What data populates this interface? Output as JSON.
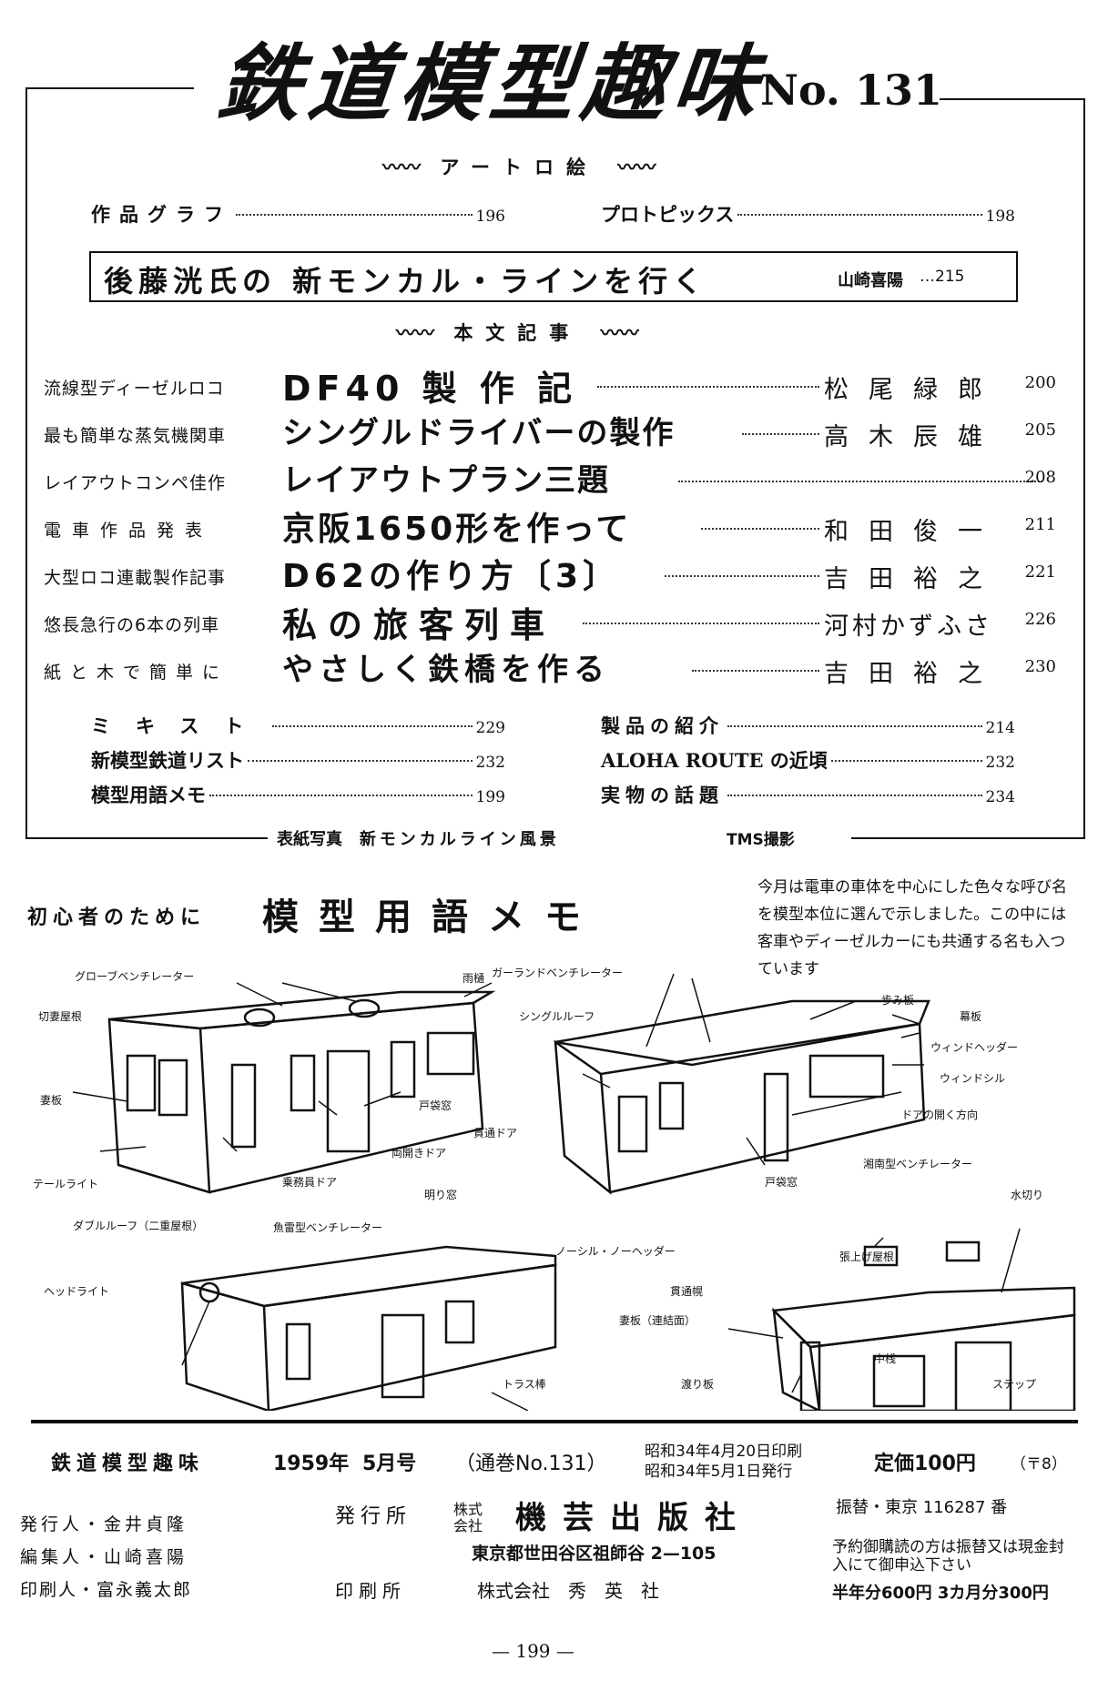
{
  "header": {
    "magazine_title": "鉄道模型趣味",
    "issue": "No. 131"
  },
  "art_section": {
    "heading": "アートロ絵",
    "items": [
      {
        "label": "作品グラフ",
        "page": "196"
      },
      {
        "label": "プロトピックス",
        "page": "198"
      }
    ],
    "feature": {
      "title": "後藤洸氏の 新モンカル・ラインを行く",
      "author": "山崎喜陽",
      "page": "215"
    }
  },
  "articles_section": {
    "heading": "本文記事",
    "items": [
      {
        "category": "流線型ディーゼルロコ",
        "title": "DF40 製 作 記",
        "author": "松尾緑郎",
        "page": "200"
      },
      {
        "category": "最も簡単な蒸気機関車",
        "title": "シングルドライバーの製作",
        "author": "高木辰雄",
        "page": "205"
      },
      {
        "category": "レイアウトコンペ佳作",
        "title": "レイアウトプラン三題",
        "author": "",
        "page": "208"
      },
      {
        "category": "電車作品発表",
        "title": "京阪1650形を作って",
        "author": "和田俊一",
        "page": "211"
      },
      {
        "category": "大型ロコ連載製作記事",
        "title": "D62の作り方〔3〕",
        "author": "吉田裕之",
        "page": "221"
      },
      {
        "category": "悠長急行の6本の列車",
        "title": "私の旅客列車",
        "author": "河村かずふさ",
        "page": "226"
      },
      {
        "category": "紙と木で簡単に",
        "title": "やさしく鉄橋を作る",
        "author": "吉田裕之",
        "page": "230"
      }
    ]
  },
  "misc_items": {
    "left": [
      {
        "label": "ミキスト",
        "page": "229"
      },
      {
        "label": "新模型鉄道リスト",
        "page": "232"
      },
      {
        "label": "模型用語メモ",
        "page": "199"
      }
    ],
    "right": [
      {
        "label": "製品の紹介",
        "page": "214"
      },
      {
        "label": "ALOHA ROUTE の近頃",
        "page": "232"
      },
      {
        "label": "実物の話題",
        "page": "234"
      }
    ]
  },
  "cover_caption": {
    "label": "表紙写真",
    "text": "新モンカルライン風景",
    "credit": "TMS撮影"
  },
  "glossary": {
    "heading_small": "初心者のために",
    "heading": "模型用語メモ",
    "notes": "今月は電車の車体を中心にした色々な呼び名を模型本位に選んで示しました。この中には客車やディーゼルカーにも共通する名も入つています",
    "labels": [
      "グローブベンチレーター",
      "切妻屋根",
      "雨樋",
      "妻板",
      "戸袋窓",
      "両開きドア",
      "テールライト",
      "乗務員ドア",
      "ガーランドベンチレーター",
      "シングルルーフ",
      "歩み板",
      "幕板",
      "ウィンドヘッダー",
      "ウィンドシル",
      "ドアの開く方向",
      "貫通ドア",
      "戸袋窓",
      "湘南型ベンチレーター",
      "水切り",
      "ダブルルーフ（二重屋根）",
      "明り窓",
      "魚雷型ベンチレーター",
      "ヘッドライト",
      "トラス棒",
      "ノーシル・ノーヘッダー",
      "張上げ屋根",
      "貫通幌",
      "妻板（連結面）",
      "中桟",
      "渡り板",
      "ステップ"
    ]
  },
  "colophon": {
    "title": "鉄道模型趣味",
    "year": "1959年",
    "month": "5月号",
    "volume": "（通巻No.131）",
    "printed": "昭和34年4月20日印刷",
    "issued": "昭和34年5月1日発行",
    "price": "定価100円",
    "postage": "（〒8）",
    "publisher_person": "発行人・金井貞隆",
    "editor": "編集人・山崎喜陽",
    "printer_person": "印刷人・富永義太郎",
    "publisher_label": "発行所",
    "publisher_type": "株式会社",
    "publisher": "機芸出版社",
    "address": "東京都世田谷区祖師谷 2—105",
    "printer_label": "印刷所",
    "printer": "株式会社　秀　英　社",
    "transfer": "振替・東京 116287 番",
    "subscription": "予約御購読の方は振替又は現金封入にて御申込下さい",
    "subscription_price": "半年分600円 3カ月分300円"
  },
  "page_number": "— 199 —"
}
